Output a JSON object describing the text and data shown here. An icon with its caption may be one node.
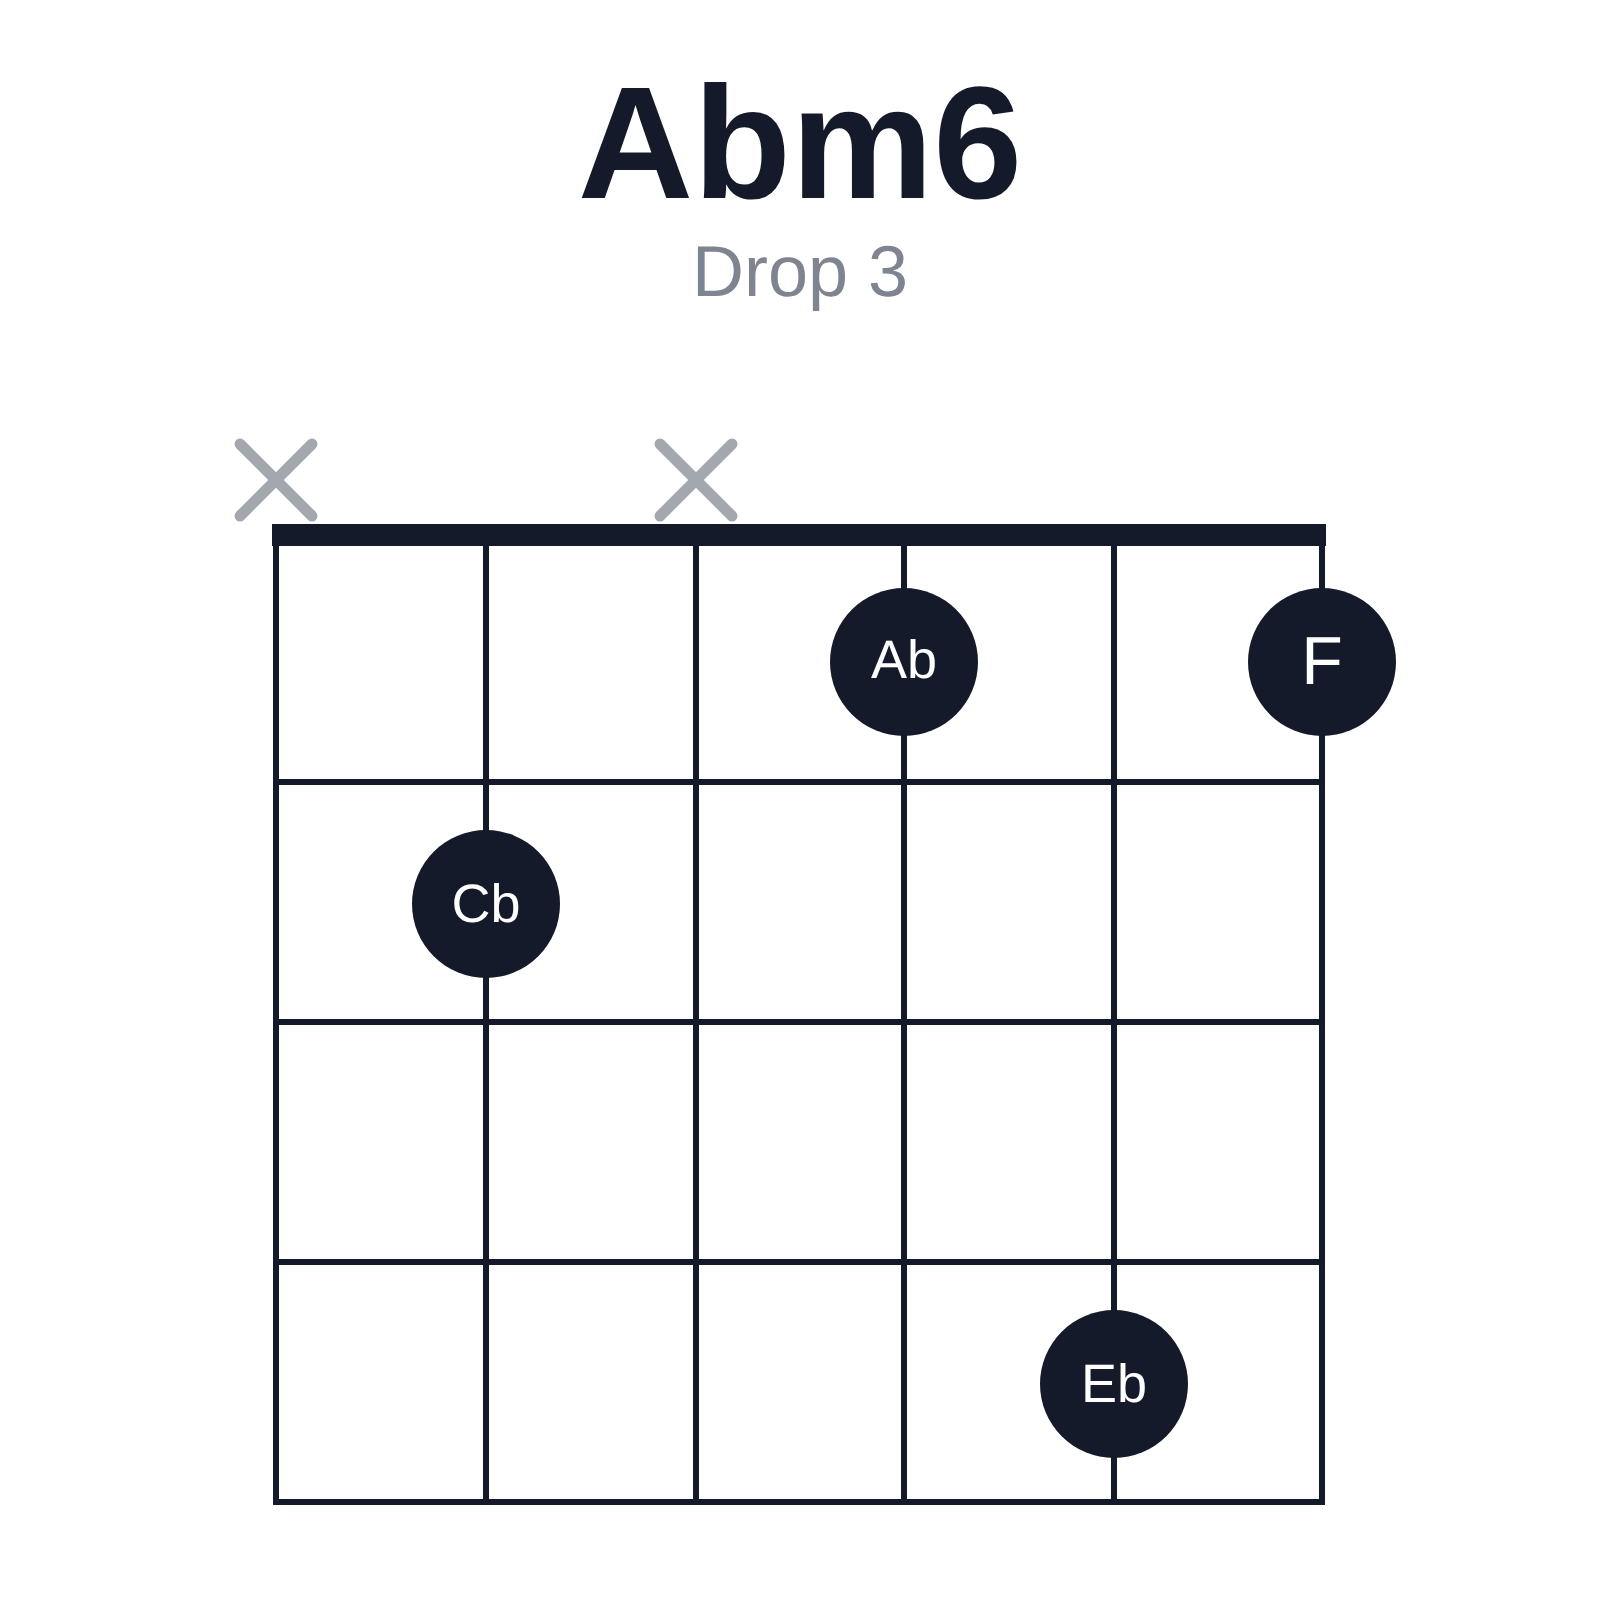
{
  "diagram": {
    "title": "Abm6",
    "nodes": [
      {
        "text": [
          "Ab"
        ]
      },
      {
        "text": [
          "F"
        ]
      },
      {
        "text": [
          "Cb"
        ]
      },
      {
        "text": [
          "Eb"
        ]
      }
    ],
    "labels": [
      "Drop 3"
    ]
  }
}
